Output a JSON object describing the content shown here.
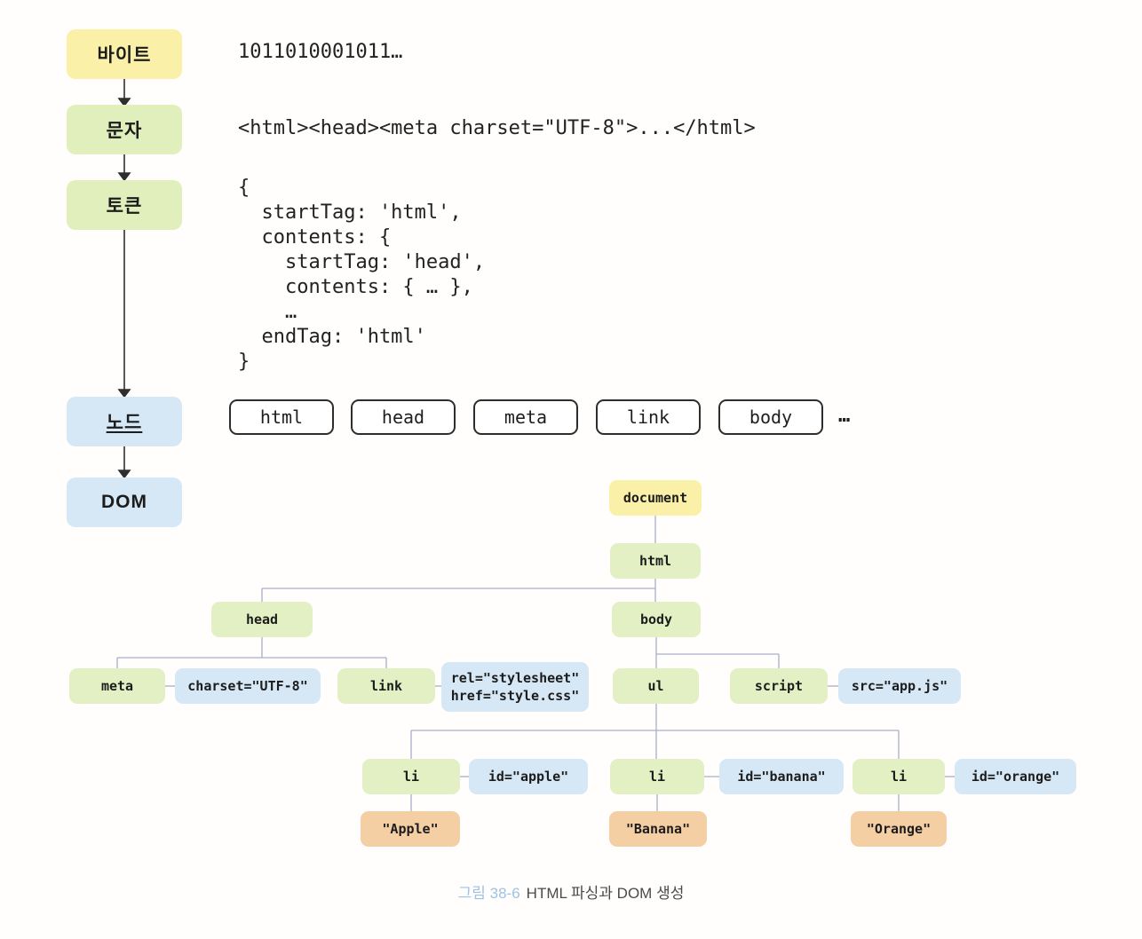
{
  "pipeline": {
    "stages": [
      {
        "id": "bytes",
        "label": "바이트"
      },
      {
        "id": "chars",
        "label": "문자"
      },
      {
        "id": "tokens",
        "label": "토큰"
      },
      {
        "id": "nodes",
        "label": "노드"
      },
      {
        "id": "dom",
        "label": "DOM"
      }
    ],
    "bytes_text": "1011010001011…",
    "chars_text": "<html><head><meta charset=\"UTF-8\">...</html>",
    "token_code_lines": [
      "{",
      "  startTag: 'html',",
      "  contents: {",
      "    startTag: 'head',",
      "    contents: { … },",
      "    …",
      "  endTag: 'html'",
      "}"
    ],
    "nodes_row": {
      "items": [
        "html",
        "head",
        "meta",
        "link",
        "body"
      ],
      "ellipsis": "…"
    }
  },
  "tree": {
    "document": "document",
    "html": "html",
    "head": "head",
    "body": "body",
    "meta": "meta",
    "meta_attr": "charset=\"UTF-8\"",
    "link": "link",
    "link_attr_line1": "rel=\"stylesheet\"",
    "link_attr_line2": "href=\"style.css\"",
    "ul": "ul",
    "script": "script",
    "script_attr": "src=\"app.js\"",
    "li_apple": "li",
    "li_apple_attr": "id=\"apple\"",
    "li_apple_text": "\"Apple\"",
    "li_banana": "li",
    "li_banana_attr": "id=\"banana\"",
    "li_banana_text": "\"Banana\"",
    "li_orange": "li",
    "li_orange_attr": "id=\"orange\"",
    "li_orange_text": "\"Orange\""
  },
  "caption": {
    "figure_label": "그림 38-6",
    "text": "HTML 파싱과 DOM 생성"
  },
  "colors": {
    "stage_yellow": "#faf0a8",
    "stage_green": "#e1efbd",
    "stage_blue": "#d6e8f6",
    "tree_green": "#e3f0c3",
    "tree_blue": "#d6e8f6",
    "tree_orange": "#f5cfa4",
    "connector": "#a7aec9",
    "caption_label_blue": "#9cc3e6"
  }
}
